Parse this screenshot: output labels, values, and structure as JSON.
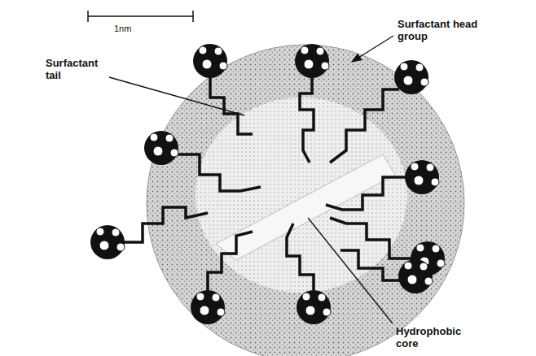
{
  "diagram": {
    "labels": [
      "1nm",
      "Surfactant head group",
      "Surfactant tail",
      "Hydrophobic core"
    ]
  }
}
